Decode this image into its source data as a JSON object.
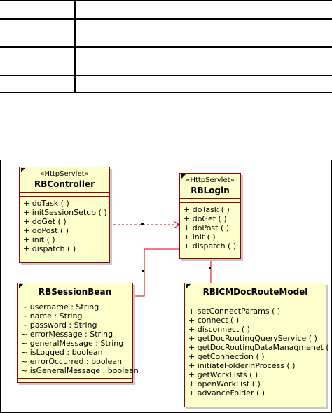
{
  "diagram": {
    "classes": {
      "rbcontroller": {
        "stereotype": "«HttpServlet»",
        "name": "RBController",
        "operations": [
          "+ doTask ( )",
          "+ initSessionSetup ( )",
          "+ doGet ( )",
          "+ doPost ( )",
          "+ init ( )",
          "+ dispatch ( )"
        ]
      },
      "rblogin": {
        "stereotype": "«HttpServlet»",
        "name": "RBLogin",
        "operations": [
          "+ doTask ( )",
          "+ doGet ( )",
          "+ doPost ( )",
          "+ init ( )",
          "+ dispatch ( )"
        ]
      },
      "rbsessionbean": {
        "name": "RBSessionBean",
        "attributes": [
          "~ username : String",
          "~ name : String",
          "~ password : String",
          "~ errorMessage : String",
          "~ generalMessage : String",
          "~ isLogged : boolean",
          "~ errorOccurred : boolean",
          "~ isGeneralMessage : boolean"
        ]
      },
      "rbicmdocroutemodel": {
        "name": "RBICMDocRouteModel",
        "operations": [
          "+ setConnectParams ( )",
          "+ connect ( )",
          "+ disconnect ( )",
          "+ getDocRoutingQueryService ( )",
          "+ getDocRoutingDataManagmenet ( )",
          "+ getConnection ( )",
          "+ initiateFolderInProcess ( )",
          "+ getWorkLists ( )",
          "+ openWorkList ( )",
          "+ advanceFolder ( )"
        ]
      }
    },
    "colors": {
      "box_fill": "#ffffcc",
      "box_border": "#990000",
      "link": "#cc0000"
    }
  }
}
